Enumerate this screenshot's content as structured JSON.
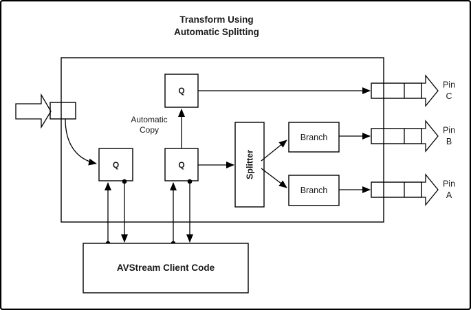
{
  "title": {
    "line1": "Transform Using",
    "line2": "Automatic Splitting"
  },
  "labels": {
    "queue": "Q",
    "splitter": "Splitter",
    "branch": "Branch",
    "automatic_copy_line1": "Automatic",
    "automatic_copy_line2": "Copy",
    "client_code": "AVStream Client Code"
  },
  "pins": [
    {
      "word": "Pin",
      "letter": "C"
    },
    {
      "word": "Pin",
      "letter": "B"
    },
    {
      "word": "Pin",
      "letter": "A"
    }
  ],
  "colors": {
    "line": "#000000",
    "background": "#ffffff",
    "text": "#1a1a1a"
  }
}
